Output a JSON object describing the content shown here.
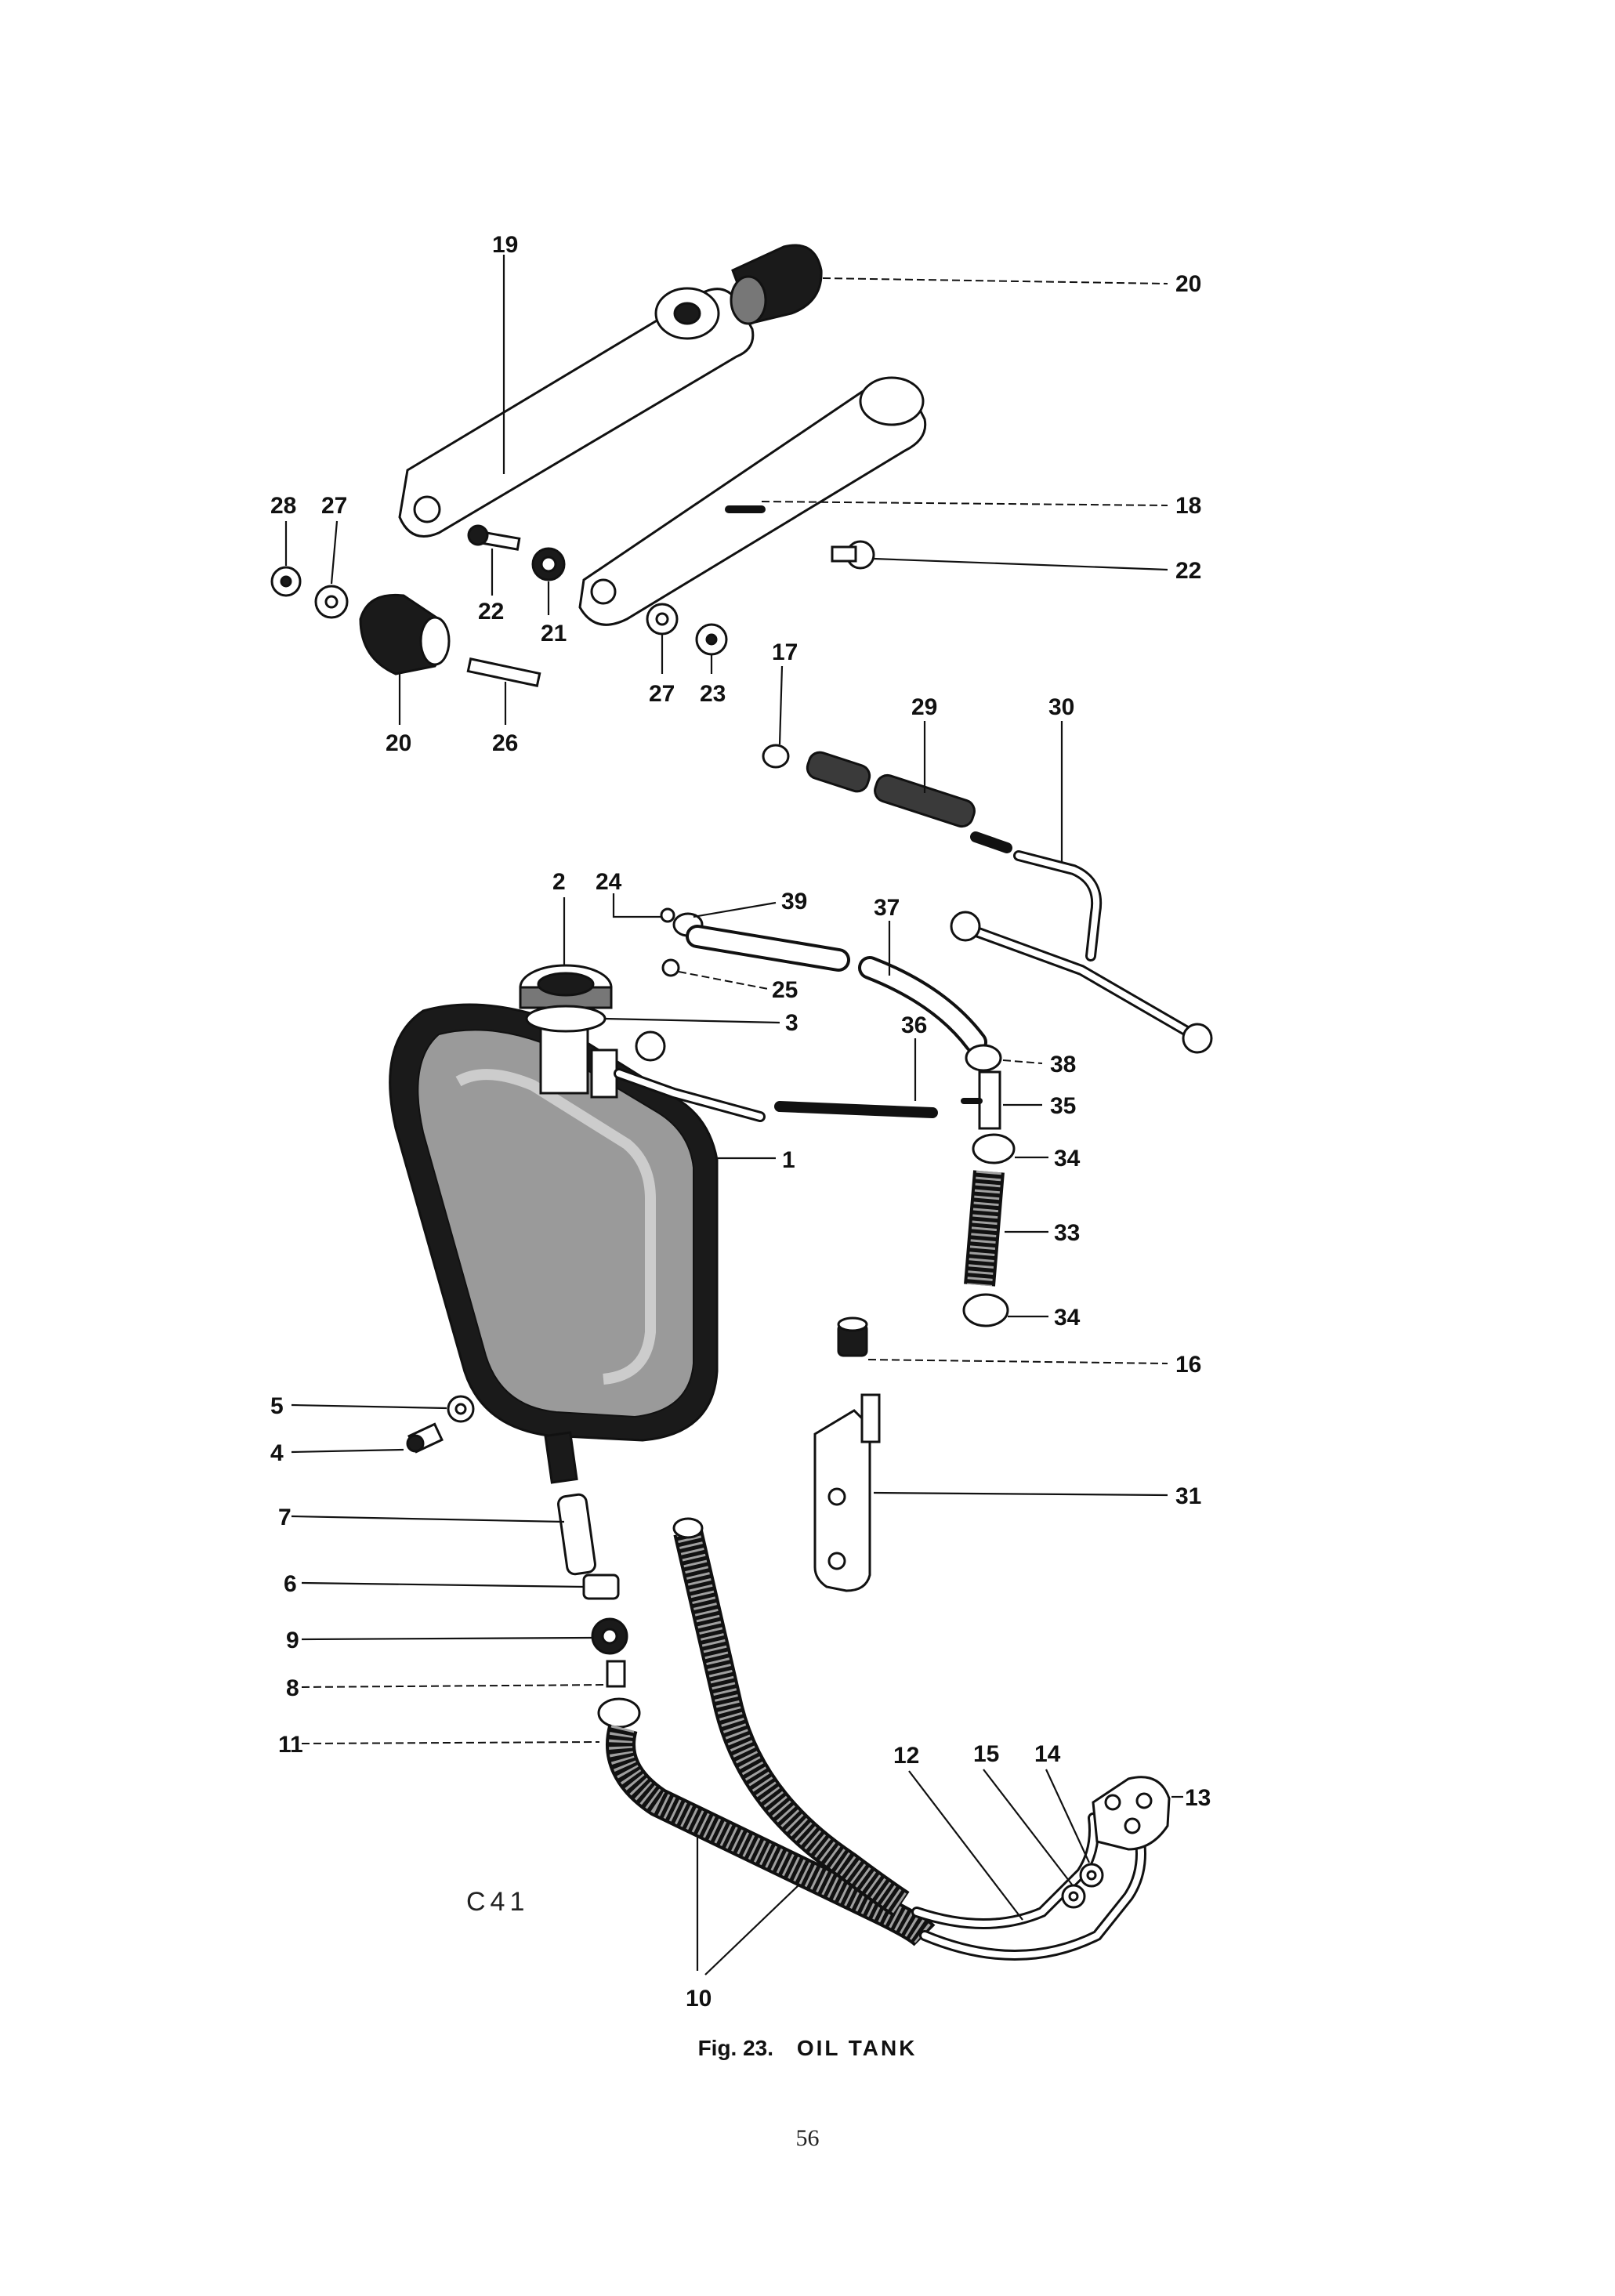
{
  "figure": {
    "number_label": "Fig. 23.",
    "title": "OIL TANK",
    "plate_code": "C41",
    "page_number": "56"
  },
  "callouts": {
    "c1": "1",
    "c2": "2",
    "c3": "3",
    "c4": "4",
    "c5": "5",
    "c6": "6",
    "c7": "7",
    "c8": "8",
    "c9": "9",
    "c10": "10",
    "c11": "11",
    "c12": "12",
    "c13": "13",
    "c14": "14",
    "c15": "15",
    "c16": "16",
    "c17": "17",
    "c18": "18",
    "c19": "19",
    "c20a": "20",
    "c20b": "20",
    "c21": "21",
    "c22a": "22",
    "c22b": "22",
    "c23": "23",
    "c24": "24",
    "c25": "25",
    "c26": "26",
    "c27a": "27",
    "c27b": "27",
    "c28": "28",
    "c29": "29",
    "c30": "30",
    "c31": "31",
    "c33": "33",
    "c34a": "34",
    "c34b": "34",
    "c35": "35",
    "c36": "36",
    "c37": "37",
    "c38": "38",
    "c39": "39"
  }
}
